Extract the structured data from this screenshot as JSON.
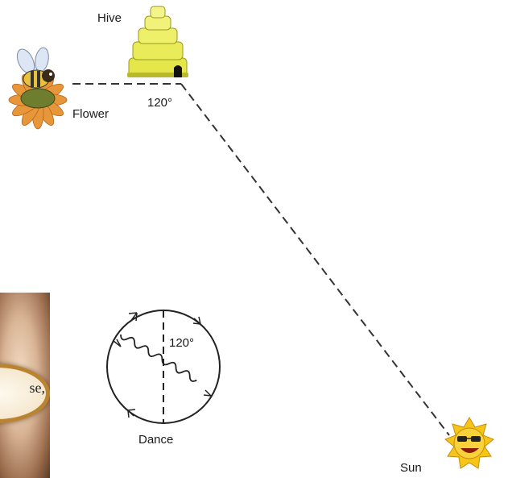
{
  "labels": {
    "hive": "Hive",
    "flower": "Flower",
    "angle_top": "120°",
    "angle_dance": "120°",
    "dance": "Dance",
    "sun": "Sun"
  },
  "inset": {
    "fragment_text": "se,"
  },
  "colors": {
    "hive_yellow": "#e4e64a",
    "hive_shadow": "#b9b82a",
    "line": "#333333",
    "sun": "#f5c518",
    "petal": "#e8963a",
    "flower_center": "#6f7d2f"
  },
  "icons": [
    "hive-icon",
    "bee-on-flower-icon",
    "sun-icon",
    "dance-diagram-icon"
  ]
}
